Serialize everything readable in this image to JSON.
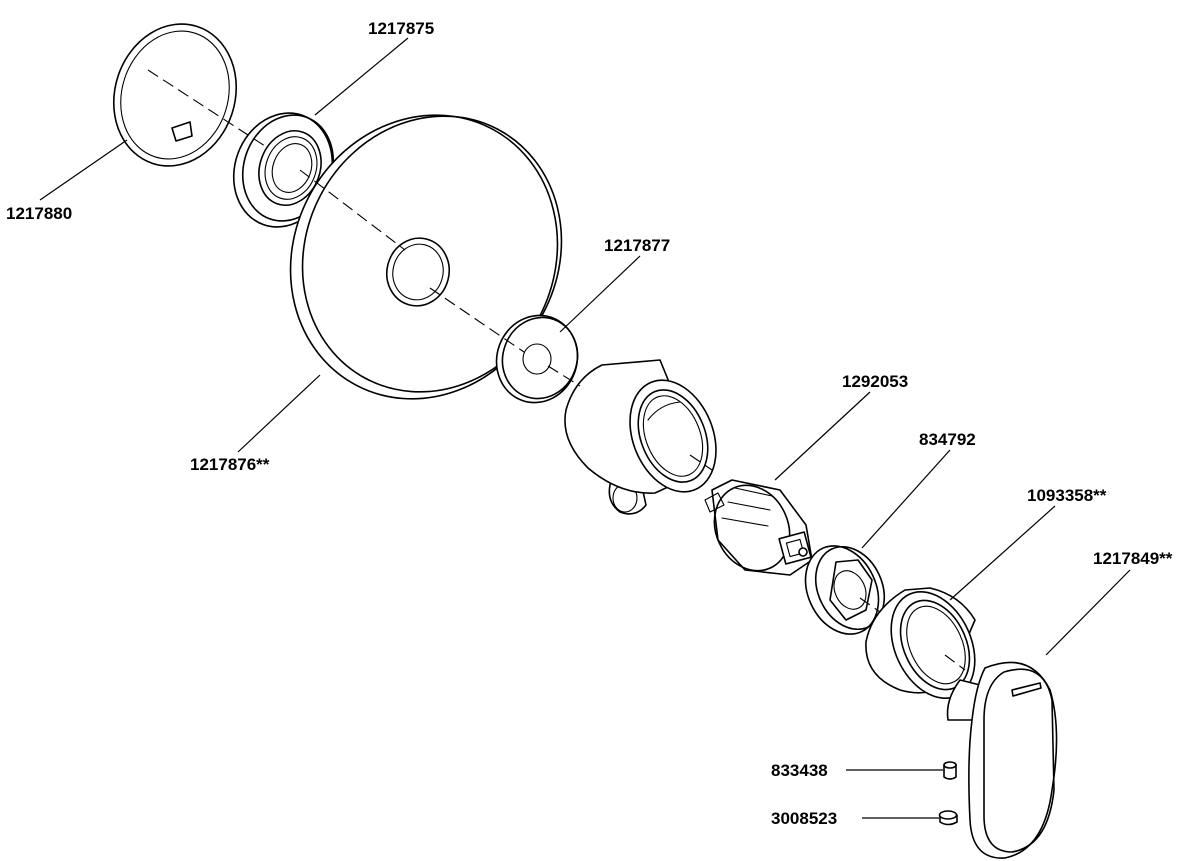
{
  "parts": [
    {
      "id": "1217880",
      "label": "1217880"
    },
    {
      "id": "1217875",
      "label": "1217875"
    },
    {
      "id": "1217876",
      "label": "1217876**"
    },
    {
      "id": "1217877",
      "label": "1217877"
    },
    {
      "id": "1292053",
      "label": "1292053"
    },
    {
      "id": "834792",
      "label": "834792"
    },
    {
      "id": "1093358",
      "label": "1093358**"
    },
    {
      "id": "1217849",
      "label": "1217849**"
    },
    {
      "id": "833438",
      "label": "833438"
    },
    {
      "id": "3008523",
      "label": "3008523"
    }
  ],
  "colors": {
    "line": "#000000",
    "background": "#ffffff"
  }
}
